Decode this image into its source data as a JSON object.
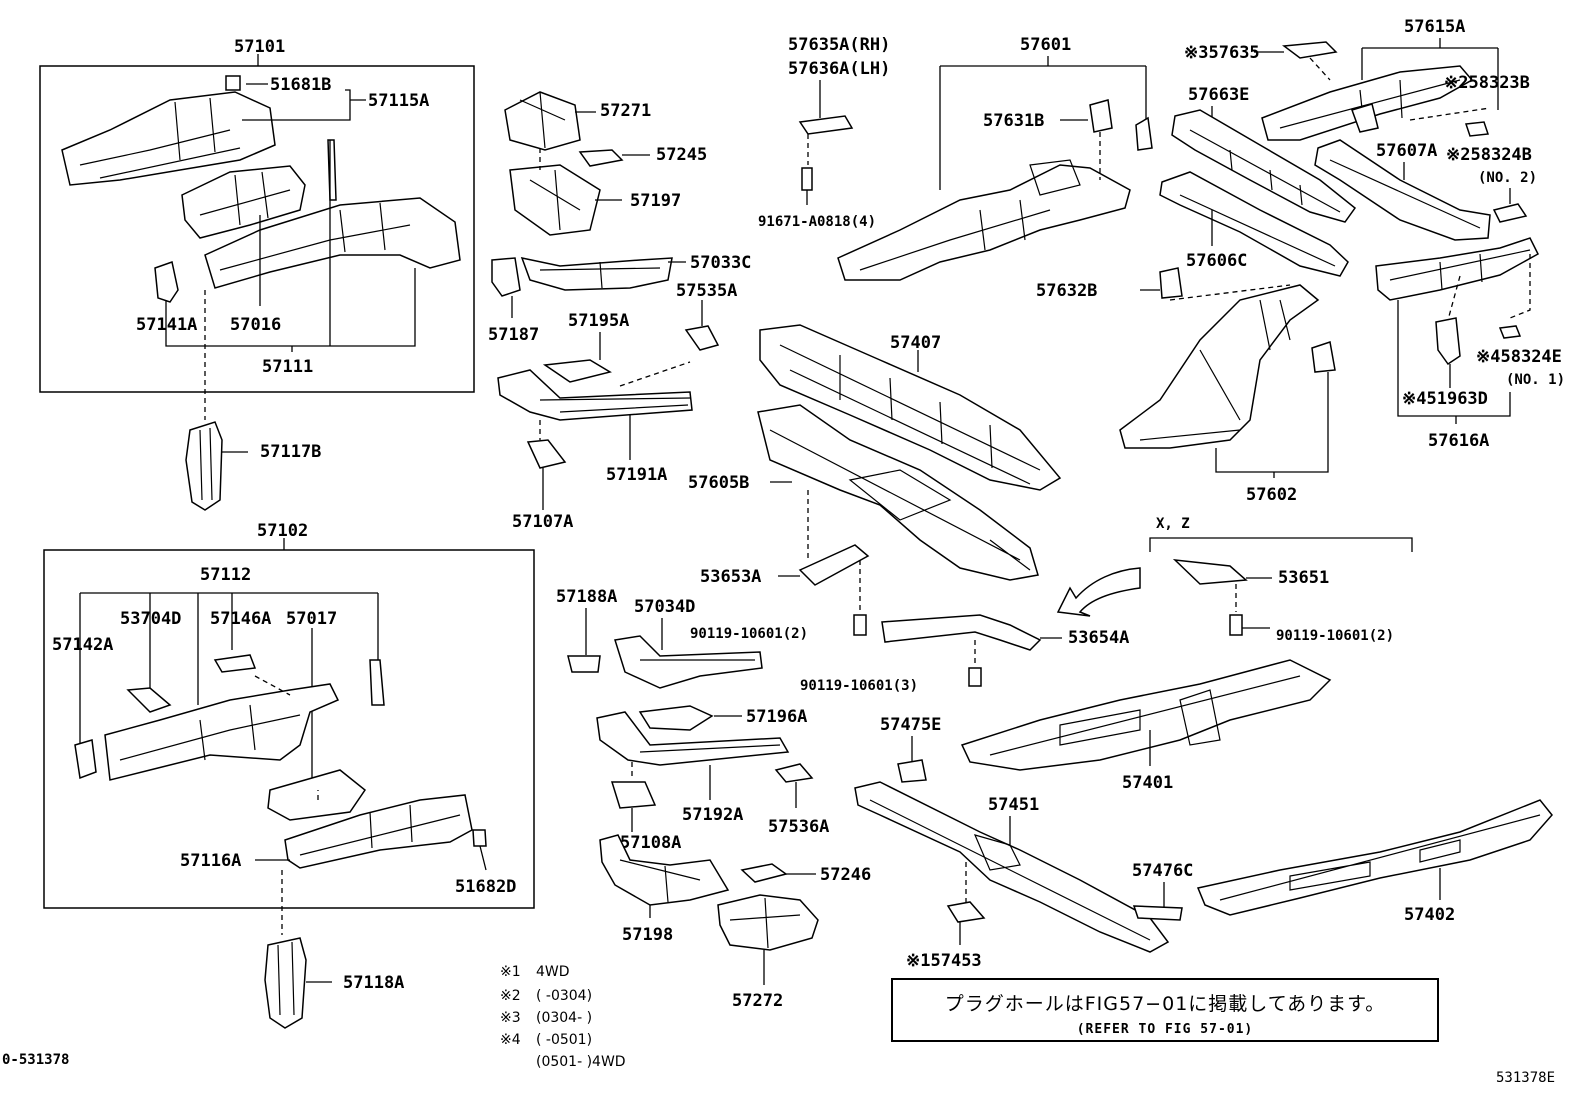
{
  "labels": {
    "p57101": "57101",
    "p51681B": "51681B",
    "p57115A": "57115A",
    "p57141A": "57141A",
    "p57016": "57016",
    "p57111": "57111",
    "p57117B": "57117B",
    "p57102": "57102",
    "p57112": "57112",
    "p53704D": "53704D",
    "p57146A": "57146A",
    "p57017": "57017",
    "p57142A": "57142A",
    "p57116A": "57116A",
    "p51682D": "51682D",
    "p57118A": "57118A",
    "p57271": "57271",
    "p57245": "57245",
    "p57197": "57197",
    "p57033C": "57033C",
    "p57187": "57187",
    "p57195A": "57195A",
    "p57535A": "57535A",
    "p57191A": "57191A",
    "p57107A": "57107A",
    "p57635A": "57635A(RH)",
    "p57636A": "57636A(LH)",
    "p91671": "91671-A0818(4)",
    "p57601": "57601",
    "p57631B": "57631B",
    "p57407": "57407",
    "p57605B": "57605B",
    "p53653A": "53653A",
    "p90119a": "90119-10601(2)",
    "p53654A": "53654A",
    "p90119b": "90119-10601(3)",
    "p57188A": "57188A",
    "p57034D": "57034D",
    "p57196A": "57196A",
    "p57192A": "57192A",
    "p57536A": "57536A",
    "p57108A": "57108A",
    "p57246": "57246",
    "p57198": "57198",
    "p57272": "57272",
    "p57635": "57635",
    "p57615A": "57615A",
    "p57663E": "57663E",
    "p58323B": "58323B",
    "p57607A": "57607A",
    "p58324B": "58324B",
    "p58324B_no2": "(NO. 2)",
    "p57606C": "57606C",
    "p57632B": "57632B",
    "p58324E": "58324E",
    "p58324E_no1": "(NO. 1)",
    "p51963D": "51963D",
    "p57616A": "57616A",
    "p57602": "57602",
    "pXZ": "X, Z",
    "p53651": "53651",
    "p90119c": "90119-10601(2)",
    "p57401": "57401",
    "p57475E": "57475E",
    "p57451": "57451",
    "p57476C": "57476C",
    "p57402": "57402",
    "p57453": "57453",
    "fig_code_left": "0-531378",
    "fig_code_right": "531378E"
  },
  "marks": {
    "m1": "※1",
    "m2": "※2",
    "m3": "※3",
    "m4": "※4"
  },
  "footnotes": [
    {
      "mark": "※1",
      "text": "4WD"
    },
    {
      "mark": "※2",
      "text": "(      -0304)"
    },
    {
      "mark": "※3",
      "text": "(0304-      )"
    },
    {
      "mark": "※4",
      "text": "(      -0501)"
    },
    {
      "mark": "",
      "text": "(0501-      )4WD"
    }
  ],
  "notice": {
    "jp": "プラグホールはFIG57−01に掲載してあります。",
    "en": "(REFER TO FIG 57-01)"
  }
}
